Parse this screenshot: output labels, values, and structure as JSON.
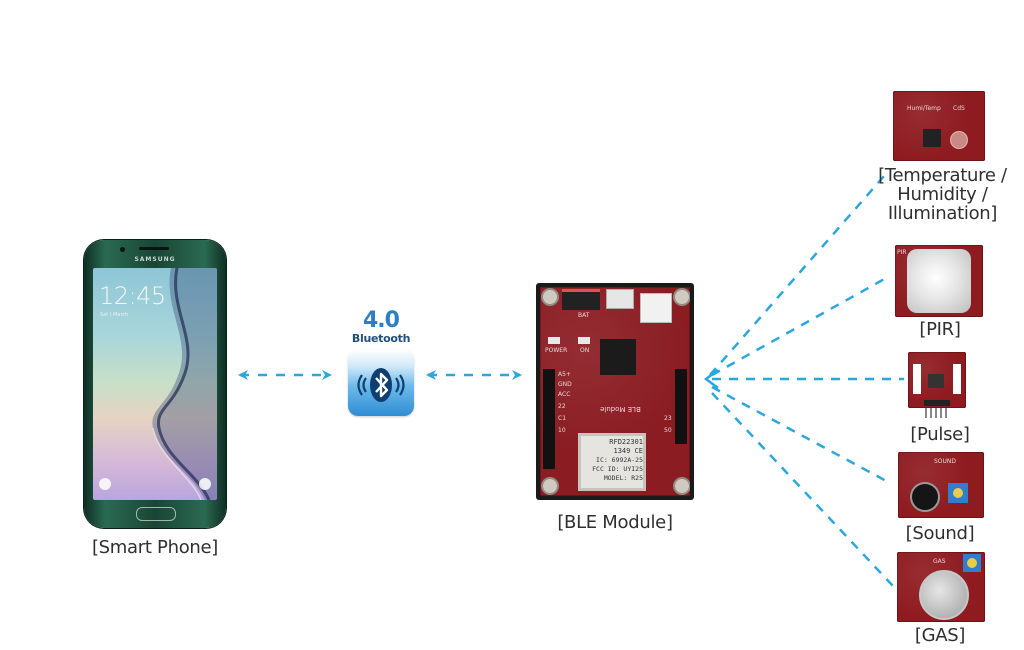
{
  "phone": {
    "brand": "SAMSUNG",
    "clock": "12:45",
    "date": "Sat | March",
    "label": "[Smart Phone]"
  },
  "bluetooth": {
    "version": "4.0",
    "wordmark": "Bluetooth",
    "icon": "bluetooth-icon"
  },
  "ble_module": {
    "label": "[BLE Module]",
    "silkscreen": "BLE Module",
    "chip_lines": [
      "RFD22301",
      "1349  CE",
      "IC: 6992A-25",
      "FCC ID: UYI25",
      "MODEL: R25"
    ],
    "pin_labels": [
      "A5+",
      "GND",
      "ACC",
      "22",
      "C1",
      "10",
      "23",
      "50"
    ],
    "switch_labels": [
      "BAT",
      "POWER",
      "ON"
    ]
  },
  "sensors": [
    {
      "id": "temp",
      "label_lines": [
        "[Temperature /",
        "Humidity /",
        "Illumination]"
      ],
      "silkscreen": [
        "Humi/Temp",
        "CdS"
      ]
    },
    {
      "id": "pir",
      "label_lines": [
        "[PIR]"
      ],
      "silkscreen": [
        "PIR"
      ]
    },
    {
      "id": "pulse",
      "label_lines": [
        "[Pulse]"
      ],
      "silkscreen": []
    },
    {
      "id": "sound",
      "label_lines": [
        "[Sound]"
      ],
      "silkscreen": [
        "SOUND"
      ]
    },
    {
      "id": "gas",
      "label_lines": [
        "[GAS]"
      ],
      "silkscreen": [
        "GAS"
      ]
    }
  ],
  "colors": {
    "arrow": "#2aa7df",
    "pcb_red": "#8e1b20",
    "phone_green": "#1f4d3c",
    "bt_blue": "#2d7fc1"
  }
}
